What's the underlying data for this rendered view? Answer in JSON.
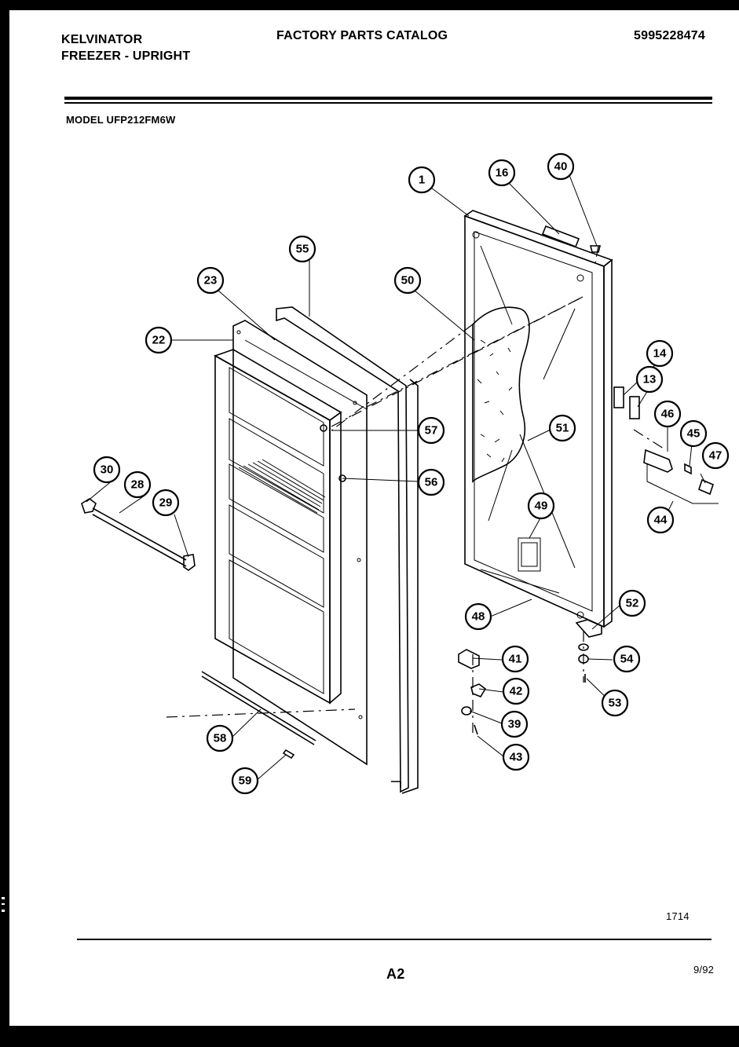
{
  "header": {
    "brand_line1": "KELVINATOR",
    "brand_line2": "FREEZER - UPRIGHT",
    "catalog_title": "FACTORY PARTS CATALOG",
    "part_number": "5995228474"
  },
  "model_line": "MODEL UFP212FM6W",
  "footer": {
    "figure_number": "1714",
    "page_label": "A2",
    "date": "9/92"
  },
  "callouts": {
    "c1": "1",
    "c16": "16",
    "c40": "40",
    "c55": "55",
    "c23": "23",
    "c50": "50",
    "c22": "22",
    "c14": "14",
    "c13": "13",
    "c46": "46",
    "c45": "45",
    "c47": "47",
    "c57": "57",
    "c51": "51",
    "c56": "56",
    "c30": "30",
    "c28": "28",
    "c29": "29",
    "c49": "49",
    "c44": "44",
    "c52": "52",
    "c48": "48",
    "c41": "41",
    "c54": "54",
    "c42": "42",
    "c53": "53",
    "c39": "39",
    "c58": "58",
    "c43": "43",
    "c59": "59"
  }
}
